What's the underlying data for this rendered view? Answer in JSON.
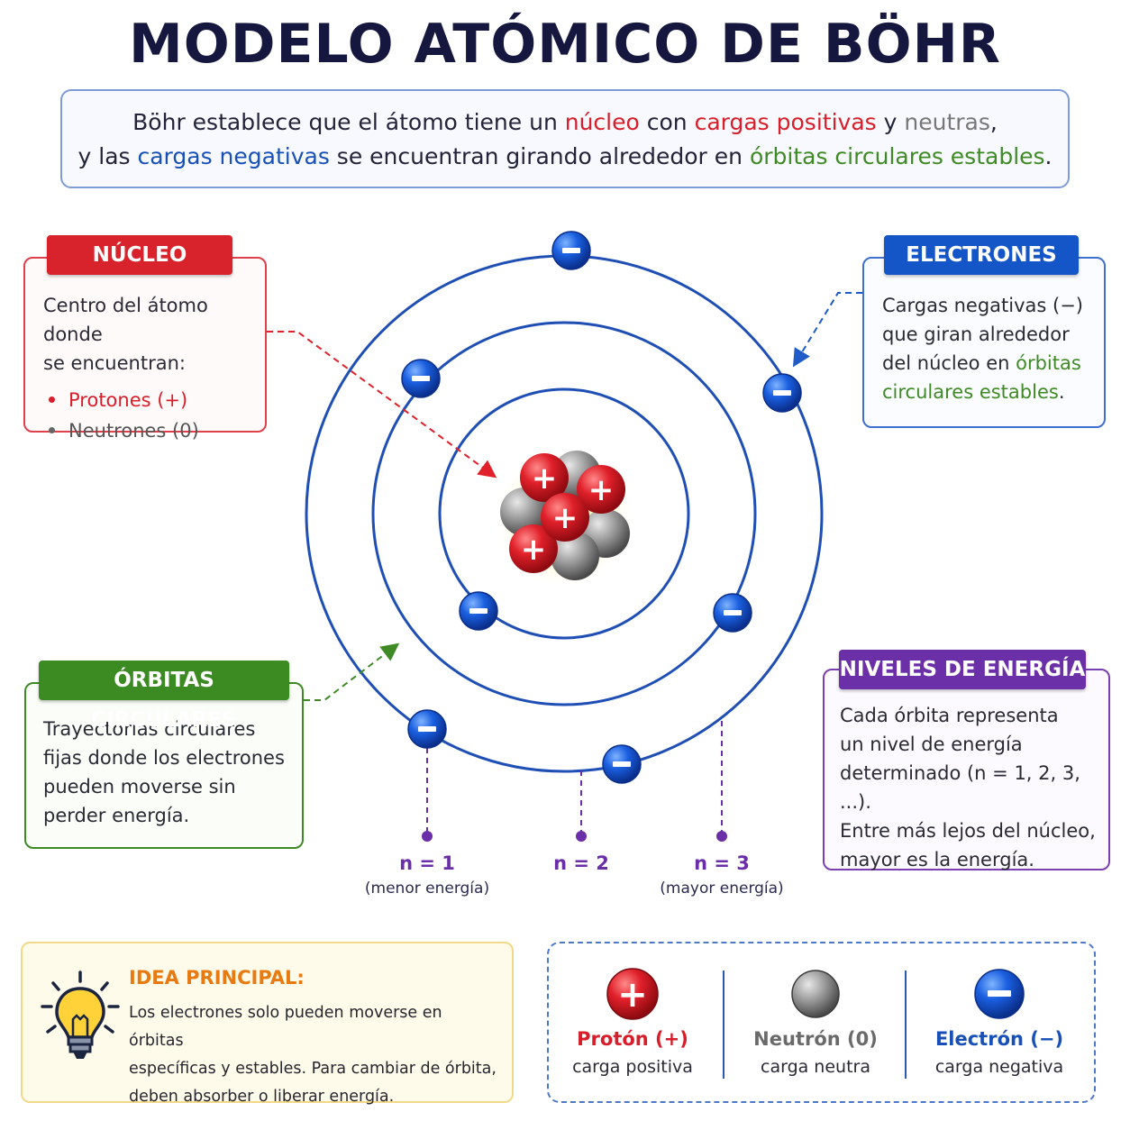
{
  "title": "MODELO ATÓMICO DE BÖHR",
  "intro": {
    "line1_a": "Böhr establece que el átomo tiene un ",
    "line1_b": "núcleo",
    "line1_c": " con ",
    "line1_d": "cargas positivas",
    "line1_e": " y ",
    "line1_f": "neutras",
    "line1_g": ",",
    "line2_a": "y las ",
    "line2_b": "cargas negativas",
    "line2_c": " se encuentran girando alrededor en ",
    "line2_d": "órbitas circulares estables",
    "line2_e": "."
  },
  "nucleo": {
    "tag": "NÚCLEO",
    "text1": "Centro del átomo donde",
    "text2": "se encuentran:",
    "item1": "Protones (+)",
    "item2": "Neutrones (0)"
  },
  "electrones": {
    "tag": "ELECTRONES",
    "line1": "Cargas negativas (−)",
    "line2": "que giran alrededor",
    "line3a": "del núcleo en ",
    "line3b": "órbitas",
    "line4a": "circulares estables",
    "line4b": "."
  },
  "orbitas": {
    "tag": "ÓRBITAS CIRCULARES",
    "line1": "Trayectorias circulares",
    "line2": "fijas donde los electrones",
    "line3": "pueden moverse sin",
    "line4": "perder energía."
  },
  "niveles": {
    "tag": "NIVELES DE ENERGÍA",
    "line1": "Cada órbita representa",
    "line2": "un nivel de energía",
    "line3": "determinado (n = 1, 2, 3, ...).",
    "line4": "Entre más lejos del núcleo,",
    "line5": "mayor es la energía."
  },
  "levels": [
    {
      "label": "n = 1",
      "sub": "(menor energía)"
    },
    {
      "label": "n = 2",
      "sub": ""
    },
    {
      "label": "n = 3",
      "sub": "(mayor energía)"
    }
  ],
  "idea": {
    "title": "IDEA PRINCIPAL:",
    "line1": "Los electrones solo pueden moverse en órbitas",
    "line2": "específicas y estables. Para cambiar de órbita,",
    "line3": "deben absorber o liberar energía.",
    "icon": "lightbulb-icon"
  },
  "legend": {
    "proton_name": "Protón (+)",
    "proton_desc": "carga positiva",
    "neutron_name": "Neutrón (0)",
    "neutron_desc": "carga neutra",
    "electron_name": "Electrón (−)",
    "electron_desc": "carga negativa"
  },
  "symbols": {
    "plus": "+",
    "minus": "−"
  },
  "colors": {
    "proton": "#d81e2a",
    "neutron": "#8a8a8a",
    "electron": "#1456c8",
    "orbit": "#1f4fb5",
    "green": "#3f8a25",
    "purple": "#6b2fa8",
    "orange": "#e87a12"
  }
}
